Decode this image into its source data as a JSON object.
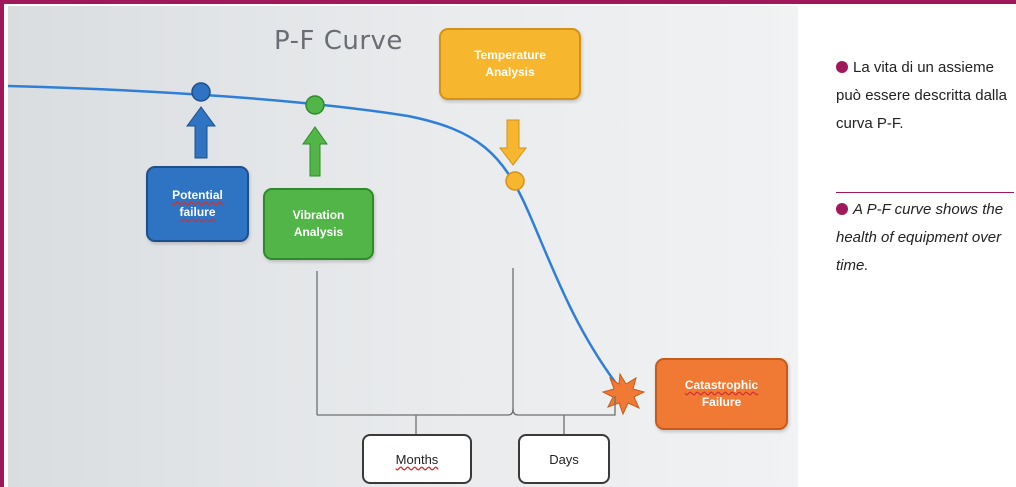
{
  "diagram": {
    "title": "P-F Curve",
    "boxes": {
      "potential_failure": [
        "Potential",
        "failure"
      ],
      "vibration_analysis": [
        "Vibration",
        "Analysis"
      ],
      "temperature_analysis": [
        "Temperature",
        "Analysis"
      ],
      "catastrophic_failure": [
        "Catastrophic",
        "Failure"
      ],
      "months": "Months",
      "days": "Days"
    },
    "colors": {
      "curve": "#2f7fd8",
      "potential": "#2f73c3",
      "vibration": "#52b548",
      "temperature": "#f6b62d",
      "catastrophic": "#f07a34",
      "accent": "#a0185a"
    }
  },
  "sidebar": {
    "it_text": "La vita di un assieme può essere descritta dalla curva P-F.",
    "en_text": "A P-F curve shows the health of equipment over time."
  }
}
